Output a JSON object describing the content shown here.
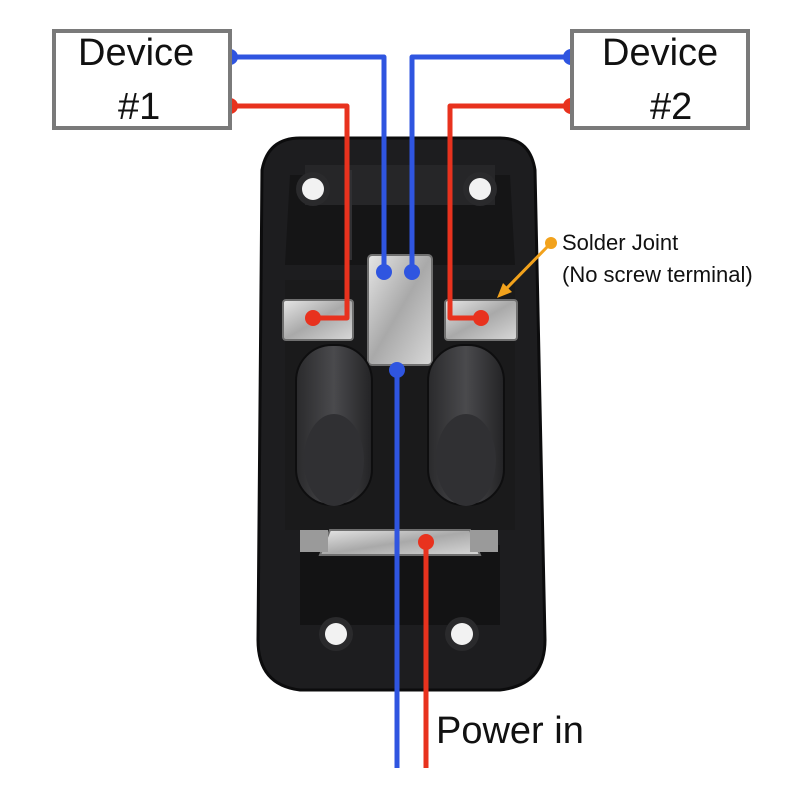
{
  "devices": [
    {
      "line1": "Device",
      "line2": "#1"
    },
    {
      "line1": "Device",
      "line2": "#2"
    }
  ],
  "annotation": {
    "line1": "Solder Joint",
    "line2": "(No screw terminal)"
  },
  "power_label": "Power in",
  "colors": {
    "positive_wire": "#e8321e",
    "negative_wire": "#2f55e0",
    "box_border": "#7a7a7a",
    "annotation_arrow": "#f2a21c",
    "housing": "#1d1d1f"
  }
}
